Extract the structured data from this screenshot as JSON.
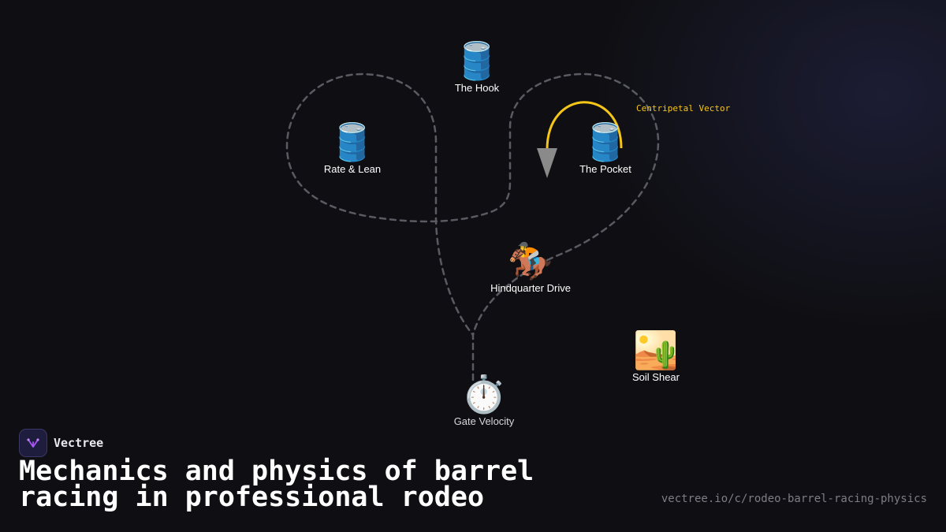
{
  "brand": {
    "name": "Vectree",
    "logo_icon": "tree-branch-icon",
    "accent": "#a855f7"
  },
  "title": "Mechanics and physics of barrel racing in professional rodeo",
  "url": "vectree.io/c/rodeo-barrel-racing-physics",
  "nodes": {
    "hook": {
      "emoji": "🛢️",
      "icon": "barrel-icon",
      "label": "The Hook"
    },
    "rate_lean": {
      "emoji": "🛢️",
      "icon": "barrel-icon",
      "label": "Rate & Lean"
    },
    "pocket": {
      "emoji": "🛢️",
      "icon": "barrel-icon",
      "label": "The Pocket"
    },
    "hindquarter": {
      "emoji": "🏇",
      "icon": "horse-racing-icon",
      "label": "Hindquarter Drive"
    },
    "soil": {
      "emoji": "🏜️",
      "icon": "desert-icon",
      "label": "Soil Shear"
    },
    "gate": {
      "emoji": "⏱️",
      "icon": "stopwatch-icon",
      "label": "Gate Velocity"
    }
  },
  "annotation": {
    "label": "Centripetal Vector",
    "color": "#f5c518"
  },
  "colors": {
    "path": "#5a5a62",
    "arrow": "#8a8a8a",
    "background": "#0f0f13"
  }
}
